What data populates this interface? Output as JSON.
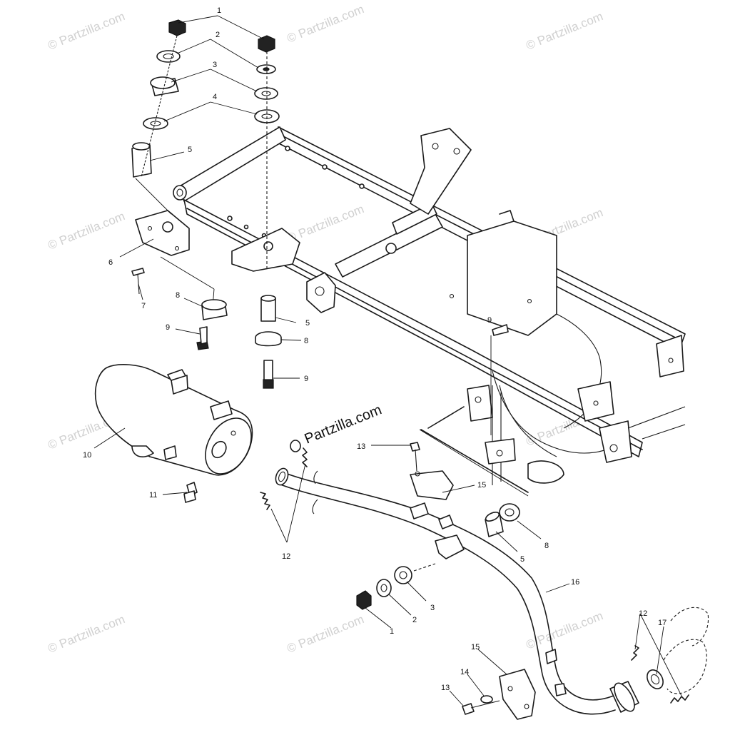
{
  "brand_label": "Partzilla.com",
  "watermark_text": "© Partzilla.com",
  "callouts": {
    "c1_top": "1",
    "c2_top": "2",
    "c3_top": "3",
    "c4_top": "4",
    "c5_top": "5",
    "c6": "6",
    "c7": "7",
    "c8_left": "8",
    "c9_left": "9",
    "c5_mid": "5",
    "c8_mid": "8",
    "c9_mid": "9",
    "c9_right": "9",
    "c10": "10",
    "c11": "11",
    "c12_left": "12",
    "c13_mid": "13",
    "c15_mid": "15",
    "c8_right": "8",
    "c5_right": "5",
    "c16": "16",
    "c3_low": "3",
    "c2_low": "2",
    "c1_low": "1",
    "c12_right": "12",
    "c17": "17",
    "c15_low": "15",
    "c14": "14",
    "c13_low": "13"
  }
}
